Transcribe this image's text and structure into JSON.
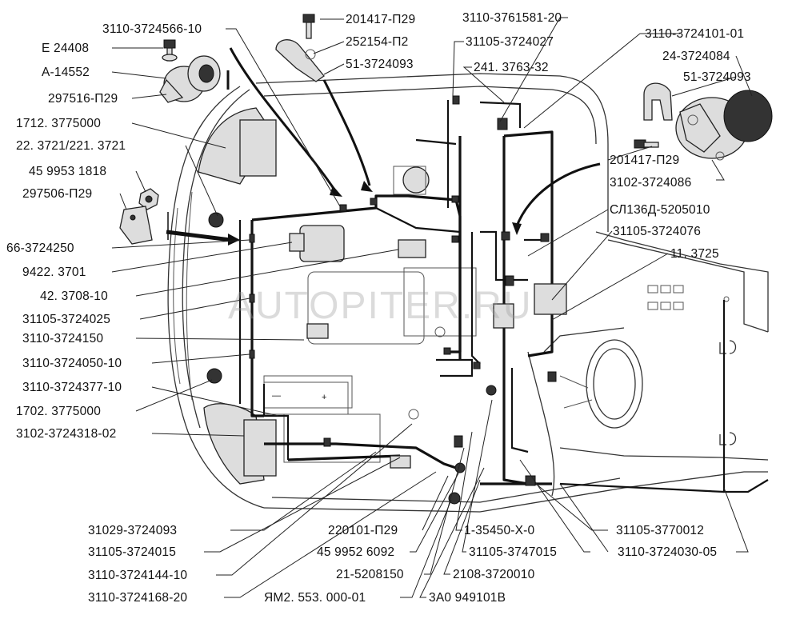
{
  "watermark": "AUTOPITER.RU",
  "labels": {
    "l_3110_3724566_10": "3110-3724566-10",
    "l_e24408": "E 24408",
    "l_a14552": "A-14552",
    "l_297516_p29": "297516-П29",
    "l_1712_3775000": "1712. 3775000",
    "l_22_3721": "22. 3721/221. 3721",
    "l_45_9953_1818": "45 9953 1818",
    "l_297506_p29": "297506-П29",
    "l_66_3724250": "66-3724250",
    "l_9422_3701": "9422. 3701",
    "l_42_3708_10": "42. 3708-10",
    "l_31105_3724025": "31105-3724025",
    "l_3110_3724150": "3110-3724150",
    "l_3110_3724050_10": "3110-3724050-10",
    "l_3110_3724377_10": "3110-3724377-10",
    "l_1702_3775000": "1702. 3775000",
    "l_3102_3724318_02": "3102-3724318-02",
    "l_201417_p29_top": "201417-П29",
    "l_252154_p2": "252154-П2",
    "l_51_3724093_top": "51-3724093",
    "l_3110_3761581_20": "3110-3761581-20",
    "l_31105_3724027": "31105-3724027",
    "l_241_3763_32": "241. 3763-32",
    "l_3110_3724101_01": "3110-3724101-01",
    "l_24_3724084": "24-3724084",
    "l_51_3724093_right": "51-3724093",
    "l_201417_p29_right": "201417-П29",
    "l_3102_3724086": "3102-3724086",
    "l_sl136d": "СЛ136Д-5205010",
    "l_31105_3724076": "31105-3724076",
    "l_11_3725": "11. 3725",
    "l_31029_3724093": "31029-3724093",
    "l_31105_3724015": "31105-3724015",
    "l_3110_3724144_10": "3110-3724144-10",
    "l_3110_3724168_20": "3110-3724168-20",
    "l_220101_p29": "220101-П29",
    "l_45_9952_6092": "45 9952 6092",
    "l_21_5208150": "21-5208150",
    "l_yam2": "ЯМ2. 553. 000-01",
    "l_1_35450": "1-35450-Х-0",
    "l_31105_3747015": "31105-3747015",
    "l_2108_3720010": "2108-3720010",
    "l_3a0_949101v": "3А0 949101В",
    "l_31105_3770012": "31105-3770012",
    "l_3110_3724030_05": "3110-3724030-05"
  }
}
